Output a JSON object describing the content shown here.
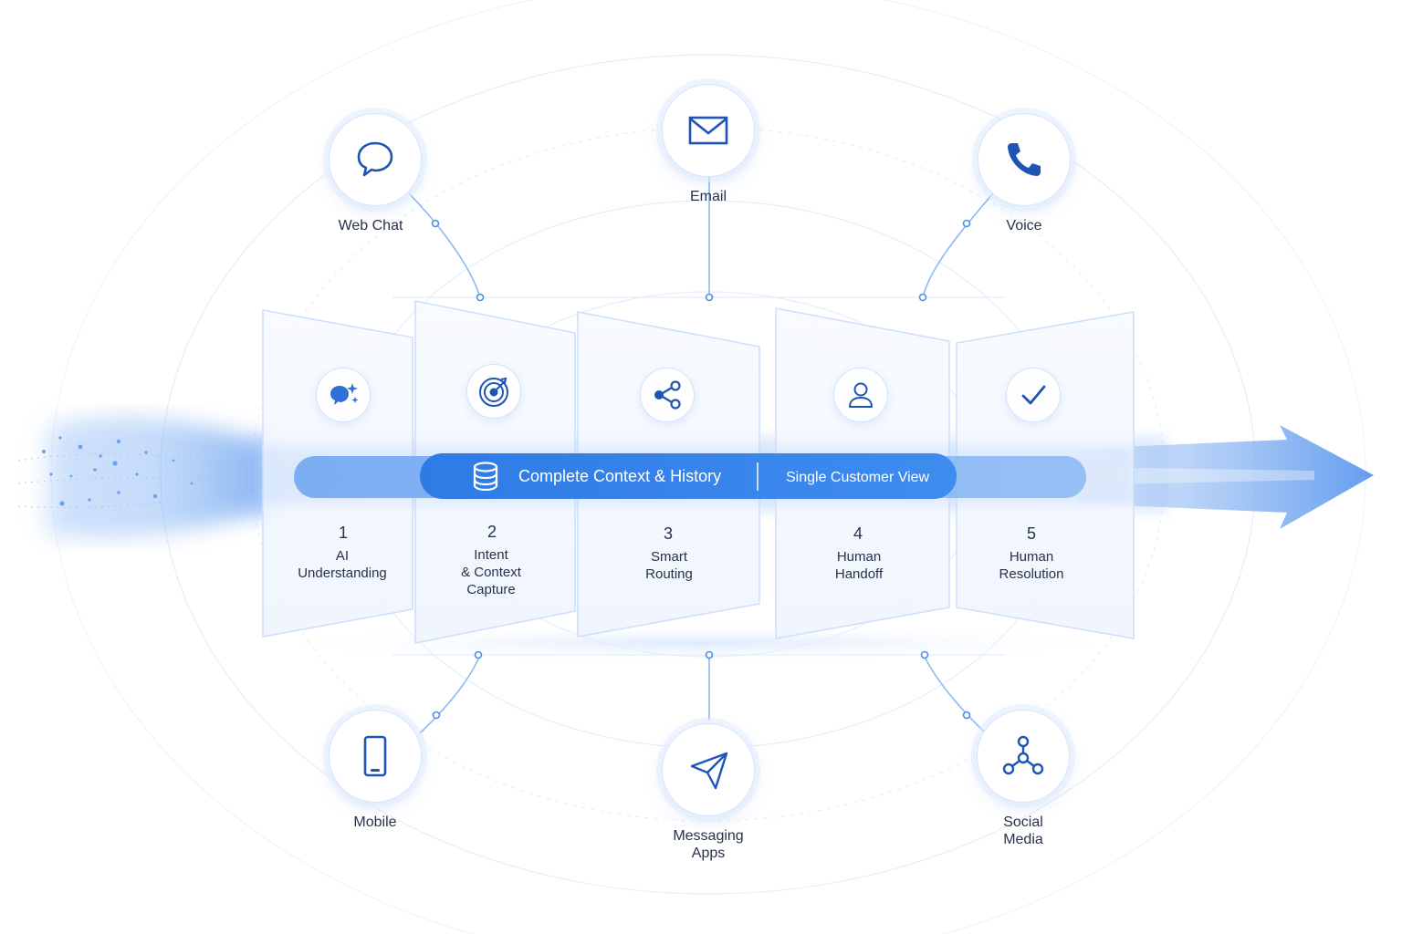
{
  "channels": {
    "web_chat": "Web Chat",
    "email": "Email",
    "voice": "Voice",
    "mobile": "Mobile",
    "messaging_apps": "Messaging\nApps",
    "social_media": "Social\nMedia"
  },
  "stages": [
    {
      "number": "1",
      "label": "AI\nUnderstanding",
      "icon": "ai-chat-sparkle-icon"
    },
    {
      "number": "2",
      "label": "Intent\n& Context\nCapture",
      "icon": "target-icon"
    },
    {
      "number": "3",
      "label": "Smart\nRouting",
      "icon": "share-icon"
    },
    {
      "number": "4",
      "label": "Human\nHandoff",
      "icon": "user-icon"
    },
    {
      "number": "5",
      "label": "Human\nResolution",
      "icon": "check-icon"
    }
  ],
  "context_bar": {
    "primary": "Complete Context & History",
    "secondary": "Single Customer View"
  },
  "colors": {
    "accent": "#2f7be6",
    "accent_light": "#8fb9f3",
    "icon_stroke": "#1f54b5",
    "panel_border": "#cfe0fa"
  }
}
